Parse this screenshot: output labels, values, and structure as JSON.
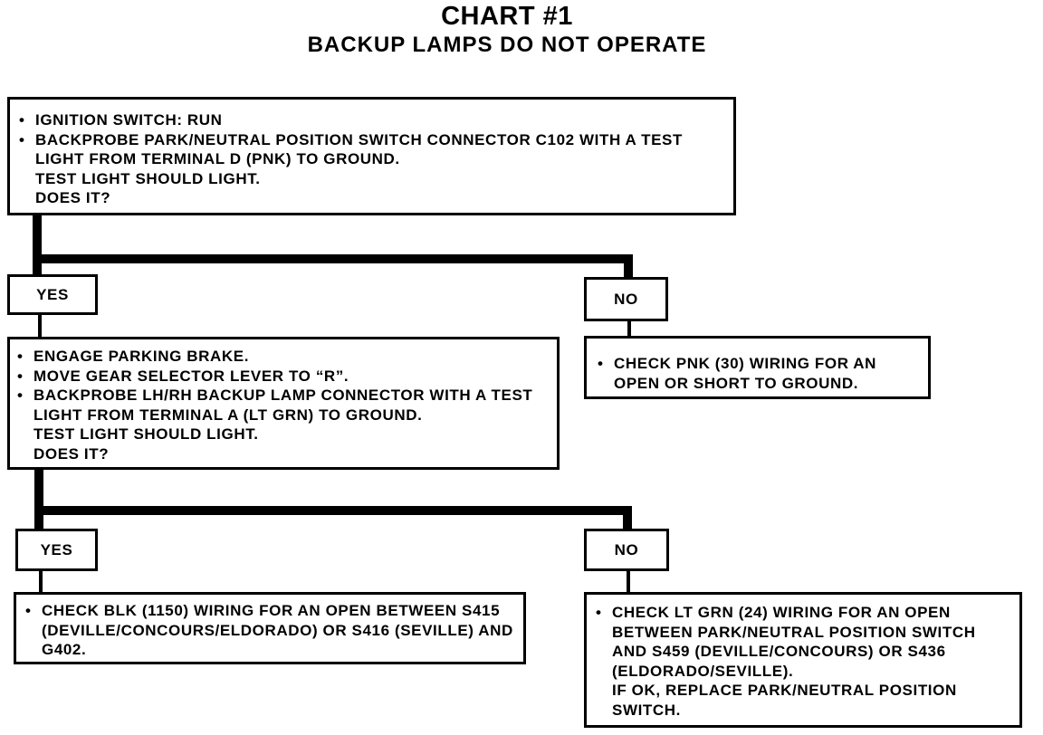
{
  "header": {
    "title": "CHART #1",
    "subtitle": "BACKUP LAMPS DO NOT OPERATE"
  },
  "step1": {
    "bullets": [
      "IGNITION SWITCH: RUN",
      "BACKPROBE PARK/NEUTRAL POSITION SWITCH CONNECTOR C102 WITH A TEST LIGHT FROM TERMINAL D (PNK) TO GROUND."
    ],
    "line_should": "TEST LIGHT SHOULD LIGHT.",
    "line_question": "DOES IT?"
  },
  "branch1": {
    "yes": "YES",
    "no": "NO"
  },
  "step1_no": {
    "bullets": [
      "CHECK PNK (30) WIRING FOR AN OPEN OR SHORT TO GROUND."
    ]
  },
  "step2": {
    "bullets": [
      "ENGAGE PARKING BRAKE.",
      "MOVE GEAR SELECTOR LEVER TO “R”.",
      "BACKPROBE LH/RH BACKUP LAMP CONNECTOR WITH A TEST LIGHT FROM TERMINAL A (LT GRN) TO GROUND."
    ],
    "line_should": "TEST LIGHT SHOULD LIGHT.",
    "line_question": "DOES IT?"
  },
  "branch2": {
    "yes": "YES",
    "no": "NO"
  },
  "step2_yes": {
    "bullets": [
      "CHECK BLK (1150) WIRING FOR AN OPEN BETWEEN S415 (DEVILLE/CONCOURS/ELDORADO) OR S416 (SEVILLE) AND G402."
    ]
  },
  "step2_no": {
    "bullets": [
      "CHECK LT GRN (24) WIRING FOR AN OPEN BETWEEN PARK/NEUTRAL POSITION SWITCH AND S459 (DEVILLE/CONCOURS) OR S436 (ELDORADO/SEVILLE)."
    ],
    "line_ok": "IF OK, REPLACE PARK/NEUTRAL POSITION SWITCH."
  }
}
